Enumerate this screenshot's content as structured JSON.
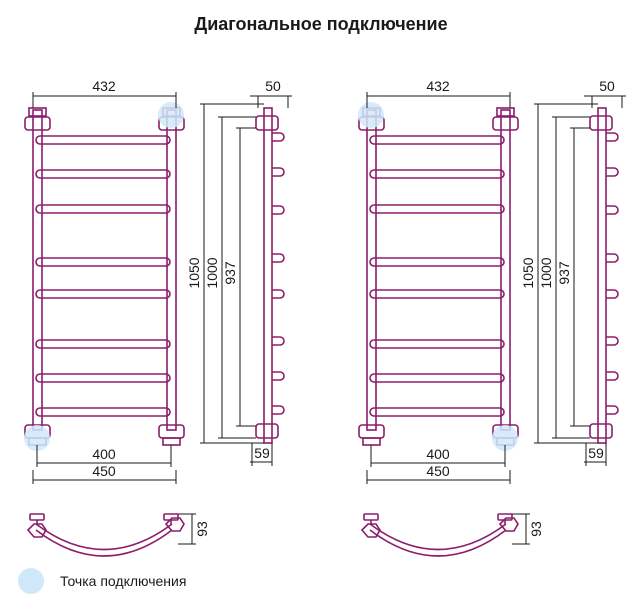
{
  "title": "Диагональное подключение",
  "colors": {
    "pipe": "#8b1d6b",
    "point": "#cfe9fa",
    "dim": "#1a1a1a"
  },
  "diagrams": [
    {
      "dims": {
        "top_width": "432",
        "depth_top": "50",
        "h1": "1050",
        "h2": "1000",
        "h3": "937",
        "bottom_inner": "400",
        "bottom_outer": "450",
        "depth_bottom": "59"
      },
      "top_view_dim": "93"
    },
    {
      "dims": {
        "top_width": "432",
        "depth_top": "50",
        "h1": "1050",
        "h2": "1000",
        "h3": "937",
        "bottom_inner": "400",
        "bottom_outer": "450",
        "depth_bottom": "59"
      },
      "top_view_dim": "93"
    }
  ],
  "legend": {
    "label": "Точка подключения"
  }
}
